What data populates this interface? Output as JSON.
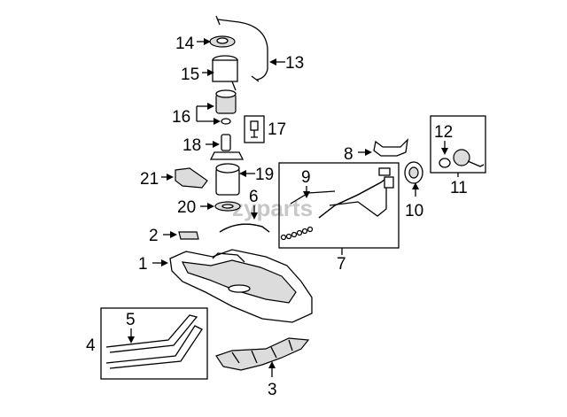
{
  "watermark": "zyparts",
  "callouts": {
    "c1": "1",
    "c2": "2",
    "c3": "3",
    "c4": "4",
    "c5": "5",
    "c6": "6",
    "c7": "7",
    "c8": "8",
    "c9": "9",
    "c10": "10",
    "c11": "11",
    "c12": "12",
    "c13": "13",
    "c14": "14",
    "c15": "15",
    "c16": "16",
    "c17": "17",
    "c18": "18",
    "c19": "19",
    "c20": "20",
    "c21": "21"
  }
}
